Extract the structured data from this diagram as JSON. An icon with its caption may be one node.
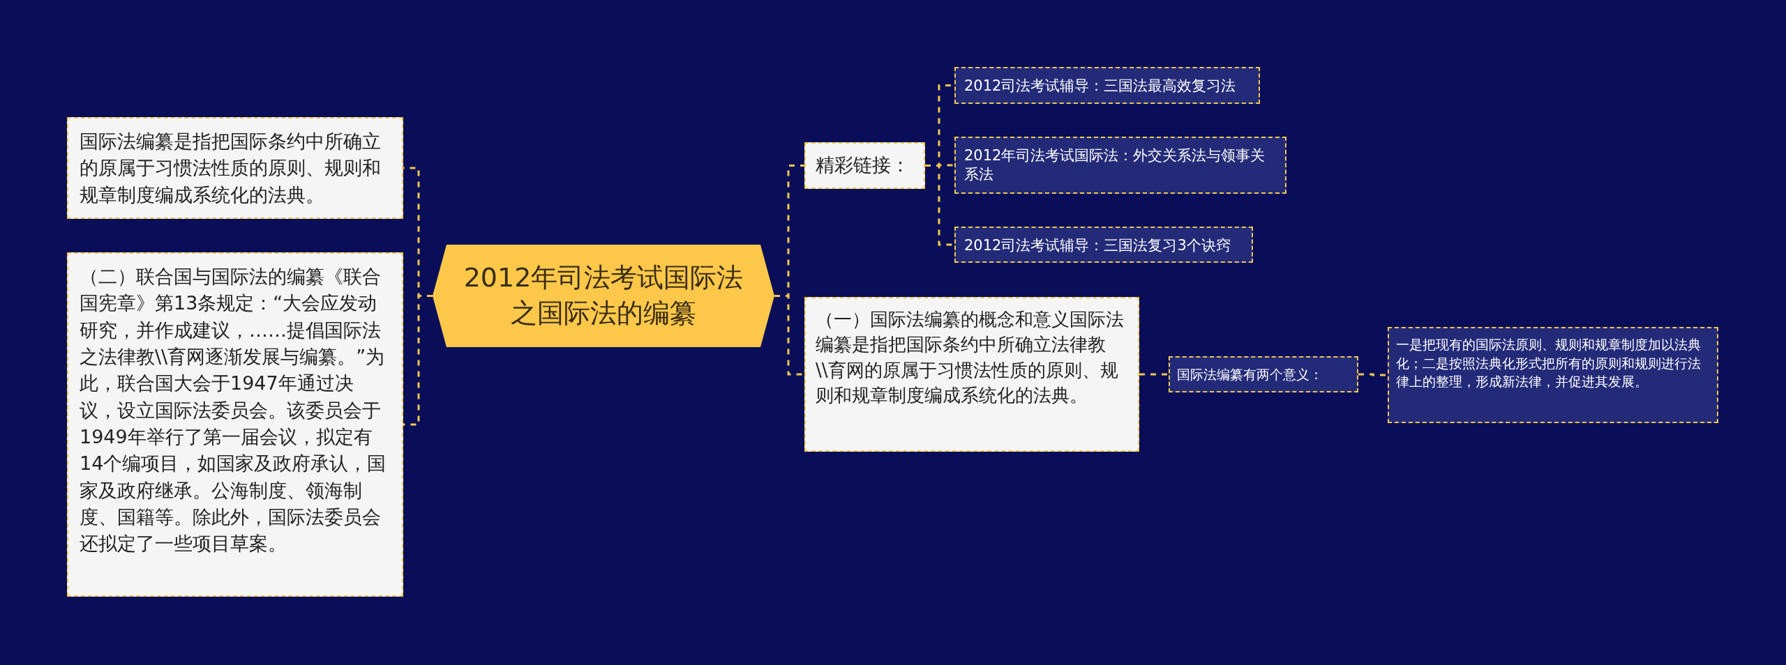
{
  "diagram": {
    "nodes": [
      {
        "text": [
          "2012年司法考试国际法之国际法的编纂"
        ]
      },
      {
        "text": [
          "国际法编纂是指把国际条约中所确立的原属于习惯法性质的原则、规则和规章制度编成系统化的法典。"
        ]
      },
      {
        "text": [
          "（二）联合国与国际法的编纂《联合国宪章》第13条规定：“大会应发动研究，并作成建议，……提倡国际法之法律教\\\\育网逐渐发展与编纂。”为此，联合国大会于1947年通过决议，设立国际法委员会。该委员会于1949年举行了第一届会议，拟定有14个编项目，如国家及政府承认，国家及政府继承。公海制度、领海制度、国籍等。除此外，国际法委员会还拟定了一些项目草案。"
        ]
      },
      {
        "text": [
          "精彩链接："
        ]
      },
      {
        "text": [
          "2012司法考试辅导：三国法最高效复习法"
        ]
      },
      {
        "text": [
          "2012年司法考试国际法：外交关系法与领事关系法"
        ]
      },
      {
        "text": [
          "2012司法考试辅导：三国法复习3个诀窍"
        ]
      },
      {
        "text": [
          "（一）国际法编纂的概念和意义国际法编纂是指把国际条约中所确立法律教\\\\育网的原属于习惯法性质的原则、规则和规章制度编成系统化的法典。"
        ]
      },
      {
        "text": [
          "国际法编纂有两个意义："
        ]
      },
      {
        "text": [
          "一是把现有的国际法原则、规则和规章制度加以法典化；二是按照法典化形式把所有的原则和规则进行法律上的整理，形成新法律，并促进其发展。"
        ]
      }
    ],
    "edges": [
      {
        "from": 0,
        "to": 1,
        "arrow": "none"
      },
      {
        "from": 0,
        "to": 2,
        "arrow": "none"
      },
      {
        "from": 0,
        "to": 3,
        "arrow": "none"
      },
      {
        "from": 0,
        "to": 7,
        "arrow": "none"
      },
      {
        "from": 3,
        "to": 4,
        "arrow": "none"
      },
      {
        "from": 3,
        "to": 5,
        "arrow": "none"
      },
      {
        "from": 3,
        "to": 6,
        "arrow": "none"
      },
      {
        "from": 7,
        "to": 8,
        "arrow": "none"
      },
      {
        "from": 8,
        "to": 9,
        "arrow": "none"
      }
    ]
  }
}
